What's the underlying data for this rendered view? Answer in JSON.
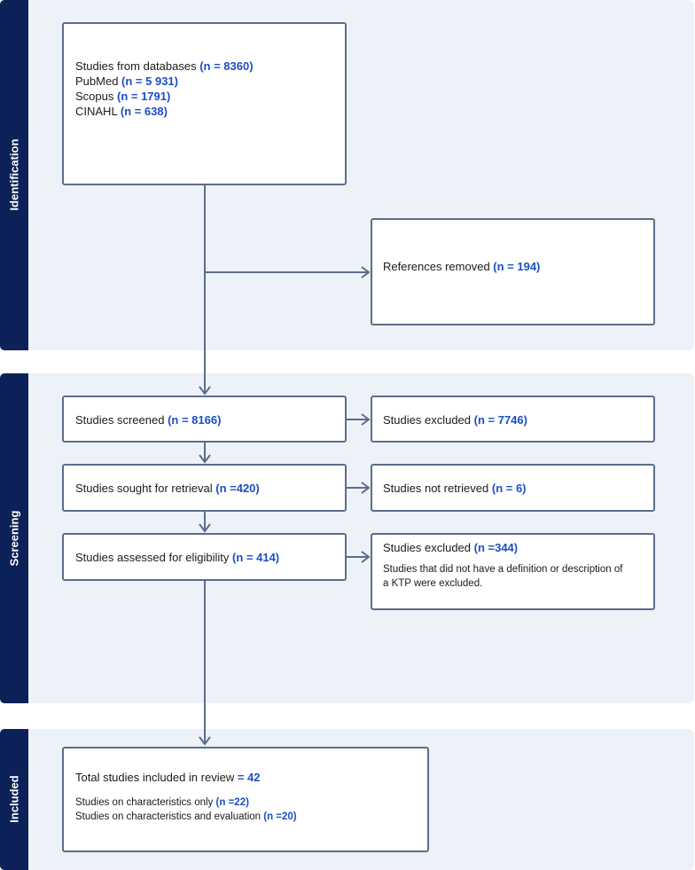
{
  "sections": {
    "identification": "Identification",
    "screening": "Screening",
    "included": "Included"
  },
  "boxes": {
    "databases": {
      "lines": [
        {
          "text": "Studies from databases ",
          "value": "(n = 8360)"
        },
        {
          "text": "PubMed ",
          "value": "(n = 5 931)"
        },
        {
          "text": "Scopus ",
          "value": "(n = 1791)"
        },
        {
          "text": "CINAHL ",
          "value": "(n = 638)"
        }
      ]
    },
    "removed": {
      "text": "References removed ",
      "value": "(n = 194)"
    },
    "screened": {
      "text": "Studies screened ",
      "value": "(n = 8166)"
    },
    "excluded1": {
      "text": "Studies excluded ",
      "value": "(n = 7746)"
    },
    "sought": {
      "text": "Studies sought for retrieval ",
      "value": "(n =420)"
    },
    "not_retrieved": {
      "text": "Studies not retrieved ",
      "value": "(n = 6)"
    },
    "assessed": {
      "text": "Studies assessed for eligibility ",
      "value": "(n = 414)"
    },
    "excluded2": {
      "text": "Studies excluded ",
      "value": "(n =344)",
      "note1": "Studies that did not have a definition or description of",
      "note2": "a KTP were excluded."
    },
    "included": {
      "total_text": "Total studies included in review ",
      "total_value": "= 42",
      "char_text": "Studies on characteristics only ",
      "char_value": "(n =22)",
      "eval_text": "Studies on characteristics and evaluation ",
      "eval_value": "(n =20)"
    }
  },
  "colors": {
    "section_background": "#edf1f8",
    "section_bar": "#0c2157",
    "box_border": "#5b6d8c",
    "highlight": "#1b4fc4",
    "arrow": "#5b6d8c"
  }
}
